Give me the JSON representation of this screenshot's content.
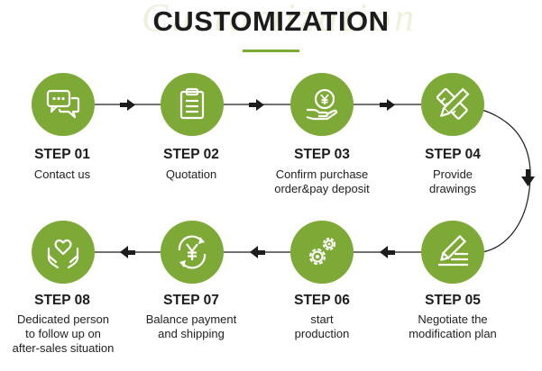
{
  "watermark": "Customization",
  "title": "CUSTOMIZATION",
  "steps": [
    {
      "label": "STEP 01",
      "desc": [
        "Contact us"
      ],
      "icon": "chat-bubbles-icon"
    },
    {
      "label": "STEP 02",
      "desc": [
        "Quotation"
      ],
      "icon": "clipboard-icon"
    },
    {
      "label": "STEP 03",
      "desc": [
        "Confirm purchase",
        "order&pay deposit"
      ],
      "icon": "yen-hand-icon"
    },
    {
      "label": "STEP 04",
      "desc": [
        "Provide",
        "drawings"
      ],
      "icon": "pencil-ruler-icon"
    },
    {
      "label": "STEP 05",
      "desc": [
        "Negotiate the",
        "modification plan"
      ],
      "icon": "edit-lines-icon"
    },
    {
      "label": "STEP 06",
      "desc": [
        "start",
        "production"
      ],
      "icon": "gears-icon"
    },
    {
      "label": "STEP 07",
      "desc": [
        "Balance payment",
        "and shipping"
      ],
      "icon": "yen-cycle-icon"
    },
    {
      "label": "STEP 08",
      "desc": [
        "Dedicated person",
        "to follow up on",
        "after-sales situation"
      ],
      "icon": "heart-hands-icon"
    }
  ],
  "colors": {
    "accent": "#7daa36",
    "line": "#1c1c1c"
  }
}
